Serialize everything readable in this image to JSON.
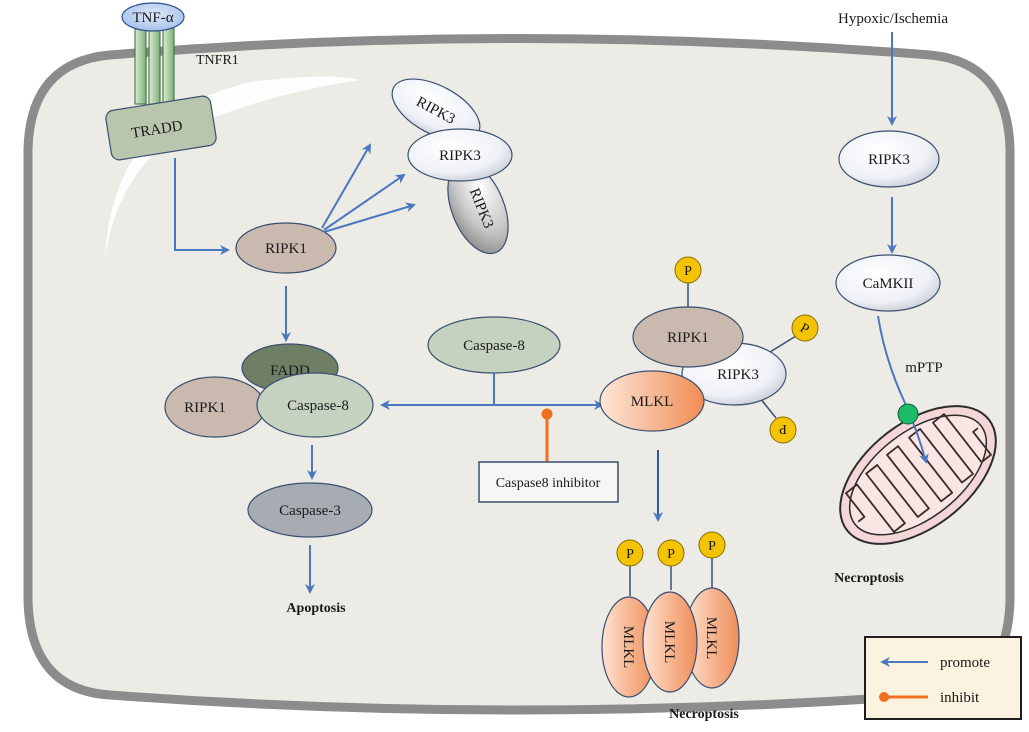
{
  "labels": {
    "tnf_alpha": "TNF-α",
    "tnfr1": "TNFR1",
    "tradd": "TRADD",
    "ripk1_main": "RIPK1",
    "ripk3_top": "RIPK3",
    "ripk3_mid": "RIPK3",
    "ripk3_bot": "RIPK3",
    "fadd": "FADD",
    "ripk1_complex": "RIPK1",
    "caspase8_complex": "Caspase-8",
    "caspase3": "Caspase-3",
    "apoptosis": "Apoptosis",
    "caspase8_free": "Caspase-8",
    "caspase8_inhibitor": "Caspase8 inhibitor",
    "ripk1_necro": "RIPK1",
    "ripk3_necro": "RIPK3",
    "mlkl_necro": "MLKL",
    "p": "P",
    "mlkl_1": "MLKL",
    "mlkl_2": "MLKL",
    "mlkl_3": "MLKL",
    "necroptosis_center": "Necroptosis",
    "hypoxic": "Hypoxic/Ischemia",
    "ripk3_right": "RIPK3",
    "camkii": "CaMKII",
    "mptp": "mPTP",
    "necroptosis_right": "Necroptosis"
  },
  "legend": {
    "promote": "promote",
    "inhibit": "inhibit"
  },
  "colors": {
    "cell_fill": "#ecebe5",
    "cell_border": "#8c8c8c",
    "arrow": "#4a78c0",
    "inhibit": "#f07020",
    "phospho": "#f5c400",
    "ripk1_fill": "#c9b9ae",
    "caspase8_fill": "#c5d2c0",
    "fadd_fill": "#6e7f66",
    "caspase3_fill": "#a7acb2",
    "mlkl_fill": "#f3a77c",
    "mito_fill": "#f4d6d7"
  }
}
